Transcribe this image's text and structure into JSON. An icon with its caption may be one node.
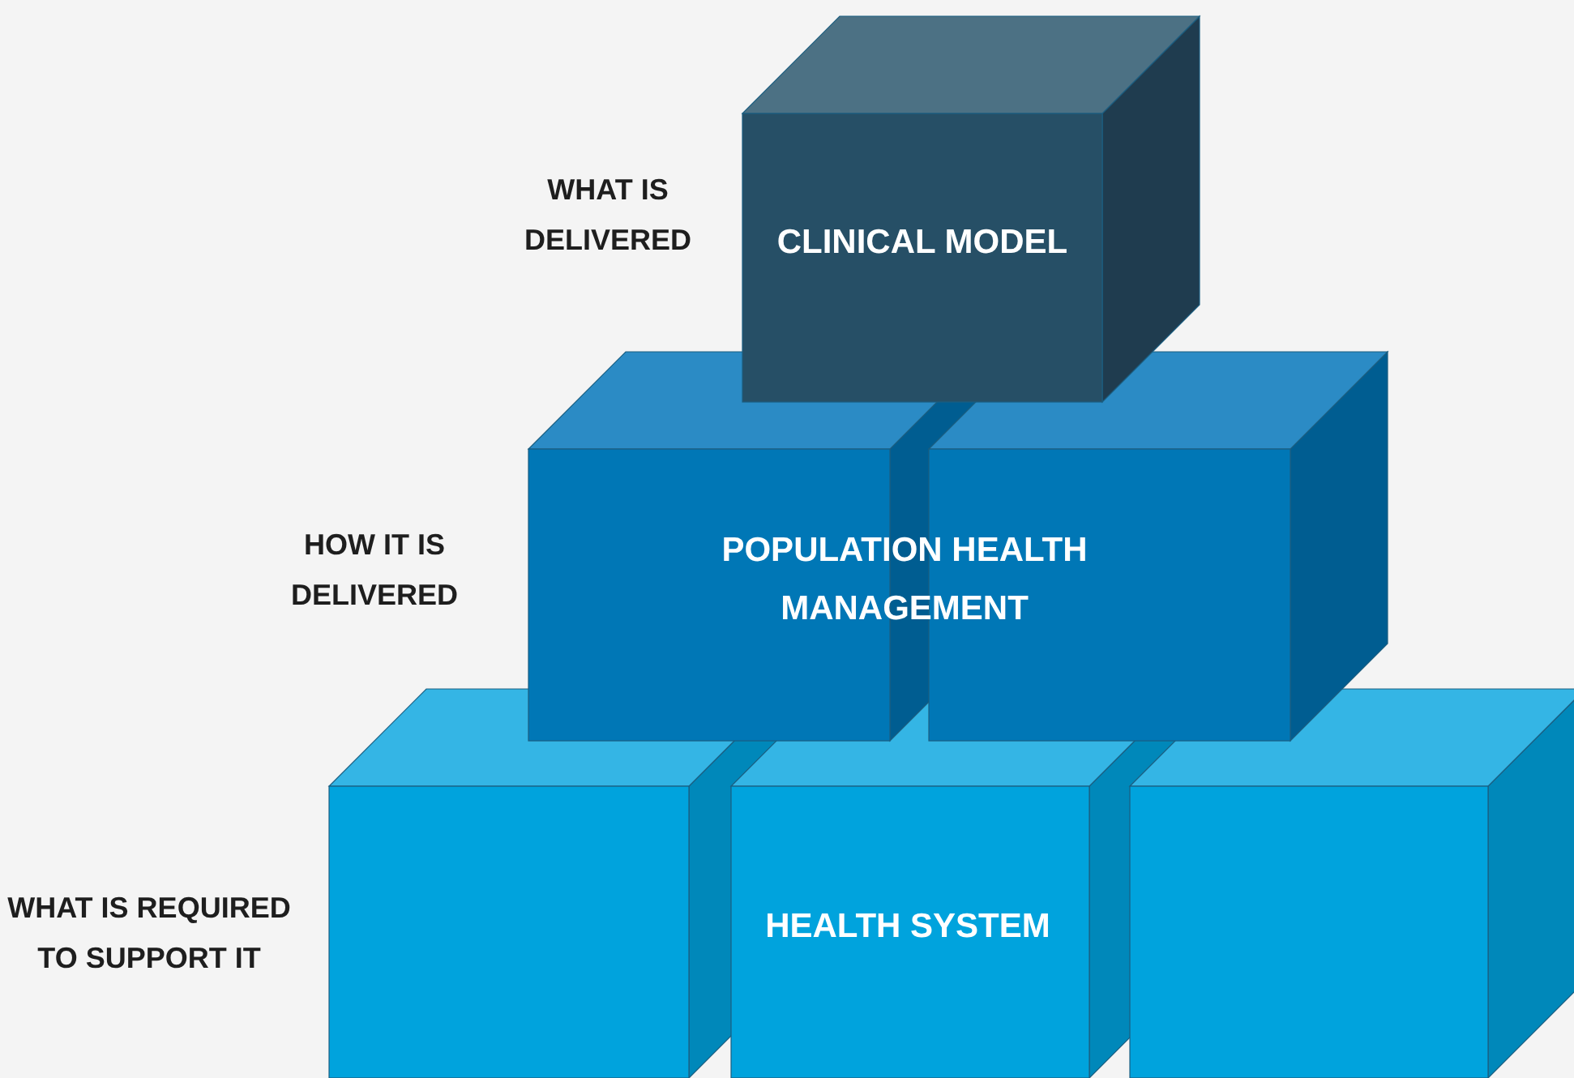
{
  "diagram": {
    "nodes": [
      {
        "text": [
          "CLINICAL MODEL"
        ],
        "beside": [
          "WHAT IS DELIVERED"
        ]
      },
      {
        "text": [
          "POPULATION HEALTH MANAGEMENT"
        ],
        "beside": [
          "HOW IT IS DELIVERED"
        ]
      },
      {
        "text": [
          "HEALTH SYSTEM"
        ],
        "beside": [
          "WHAT IS REQUIRED TO SUPPORT IT"
        ]
      }
    ]
  }
}
